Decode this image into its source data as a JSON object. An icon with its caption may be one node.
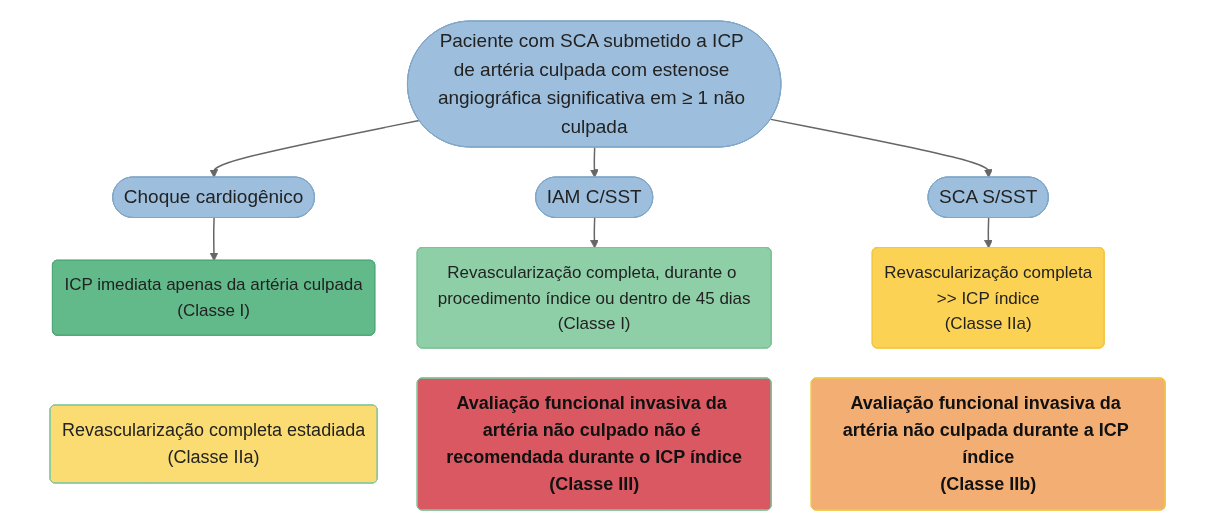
{
  "diagram": {
    "nodes": [
      {
        "text": [
          "Paciente com SCA submetido a ICP de artéria culpada com estenose angiográfica significativa em ≥ 1 não culpada"
        ]
      },
      {
        "text": [
          "Choque cardiogênico"
        ]
      },
      {
        "text": [
          "IAM C/SST"
        ]
      },
      {
        "text": [
          "SCA S/SST"
        ]
      },
      {
        "text": [
          "ICP imediata apenas da artéria culpada",
          "(Classe I)"
        ]
      },
      {
        "text": [
          "Revascularização completa estadiada",
          "(Classe IIa)"
        ]
      },
      {
        "text": [
          "Revascularização completa, durante o procedimento índice ou dentro de 45 dias",
          "(Classe I)"
        ]
      },
      {
        "text": [
          "Avaliação funcional invasiva da artéria não culpado não é recomendada durante o ICP índice",
          "(Classe III)"
        ]
      },
      {
        "text": [
          "Revascularização completa",
          ">> ICP índice",
          "(Classe IIa)"
        ]
      },
      {
        "text": [
          "Avaliação funcional invasiva da artéria não culpada durante a ICP índice",
          "(Classe IIb)"
        ]
      }
    ],
    "edges": [
      {
        "from": 0,
        "to": 1,
        "arrow": "to"
      },
      {
        "from": 0,
        "to": 2,
        "arrow": "to"
      },
      {
        "from": 0,
        "to": 3,
        "arrow": "to"
      },
      {
        "from": 1,
        "to": 4,
        "arrow": "to"
      },
      {
        "from": 2,
        "to": 6,
        "arrow": "to"
      },
      {
        "from": 3,
        "to": 8,
        "arrow": "to"
      }
    ]
  }
}
